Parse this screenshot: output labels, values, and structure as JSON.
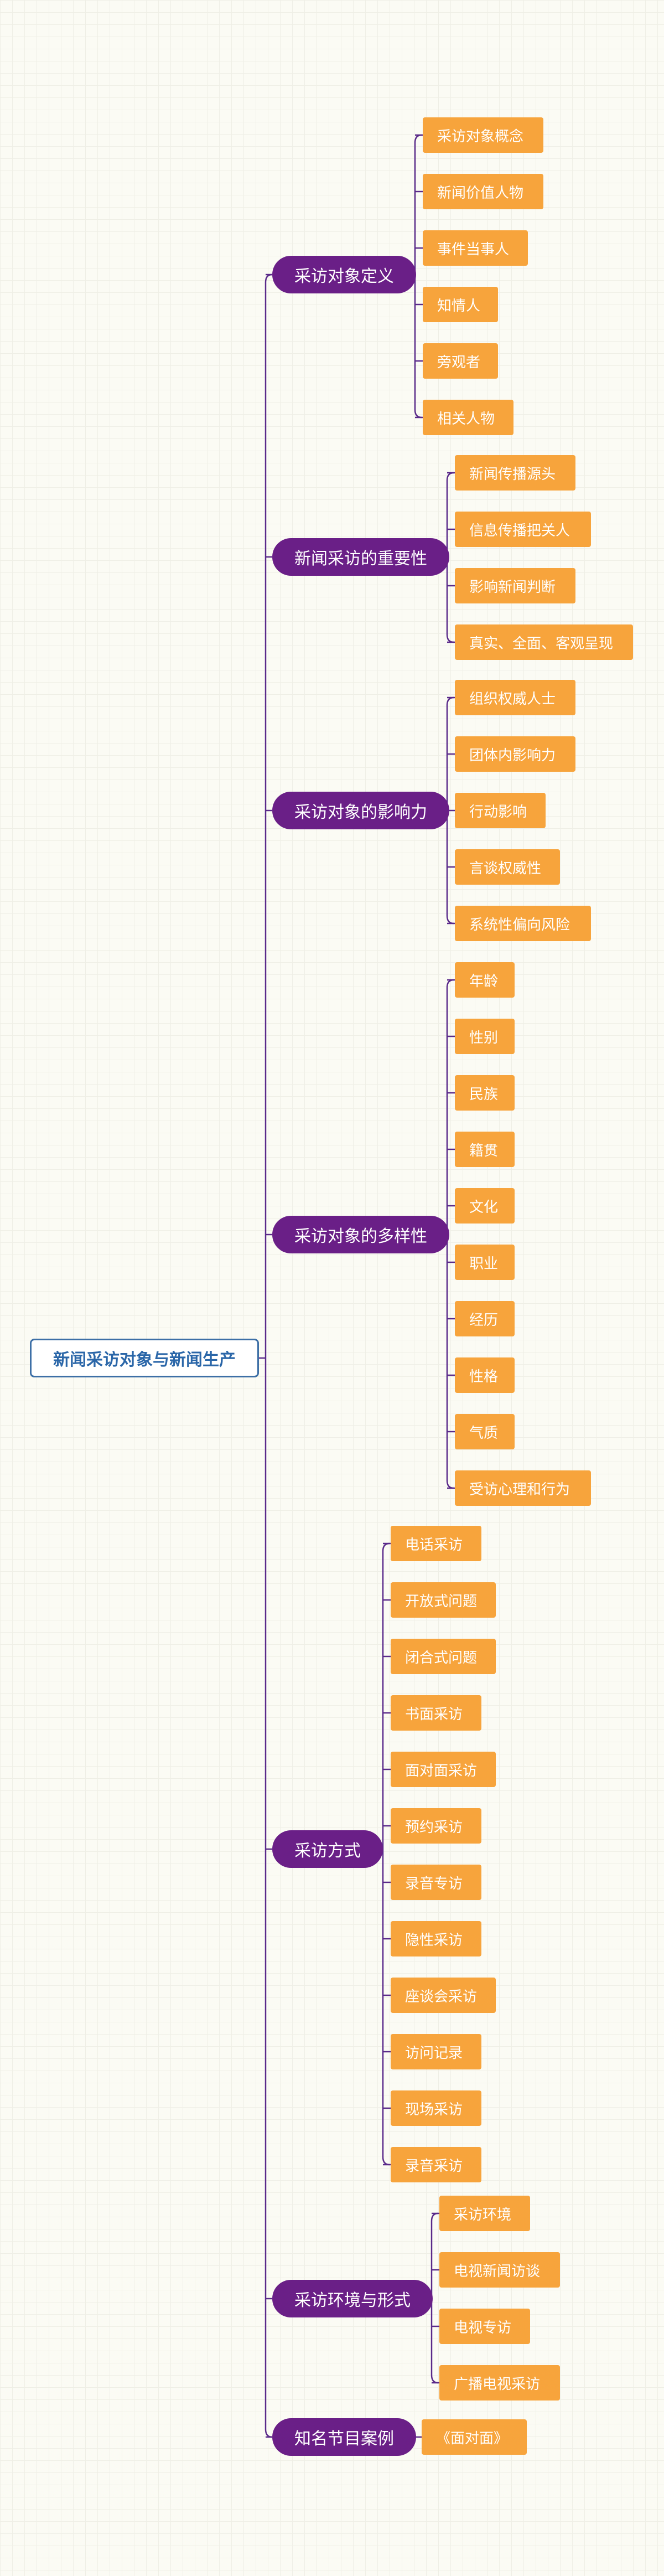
{
  "root": {
    "label": "新闻采访对象与新闻生产"
  },
  "branches": [
    {
      "label": "采访对象定义",
      "leaves": [
        "采访对象概念",
        "新闻价值人物",
        "事件当事人",
        "知情人",
        "旁观者",
        "相关人物"
      ]
    },
    {
      "label": "新闻采访的重要性",
      "leaves": [
        "新闻传播源头",
        "信息传播把关人",
        "影响新闻判断",
        "真实、全面、客观呈现"
      ]
    },
    {
      "label": "采访对象的影响力",
      "leaves": [
        "组织权威人士",
        "团体内影响力",
        "行动影响",
        "言谈权威性",
        "系统性偏向风险"
      ]
    },
    {
      "label": "采访对象的多样性",
      "leaves": [
        "年龄",
        "性别",
        "民族",
        "籍贯",
        "文化",
        "职业",
        "经历",
        "性格",
        "气质",
        "受访心理和行为"
      ]
    },
    {
      "label": "采访方式",
      "leaves": [
        "电话采访",
        "开放式问题",
        "闭合式问题",
        "书面采访",
        "面对面采访",
        "预约采访",
        "录音专访",
        "隐性采访",
        "座谈会采访",
        "访问记录",
        "现场采访",
        "录音采访"
      ]
    },
    {
      "label": "采访环境与形式",
      "leaves": [
        "采访环境",
        "电视新闻访谈",
        "电视专访",
        "广播电视采访"
      ]
    },
    {
      "label": "知名节目案例",
      "leaves": [
        "《面对面》"
      ]
    }
  ],
  "colors": {
    "branch": "#6a1f87",
    "leaf": "#f7a43c",
    "line": "#5a2a8a",
    "root_border": "#3d6fa6"
  }
}
